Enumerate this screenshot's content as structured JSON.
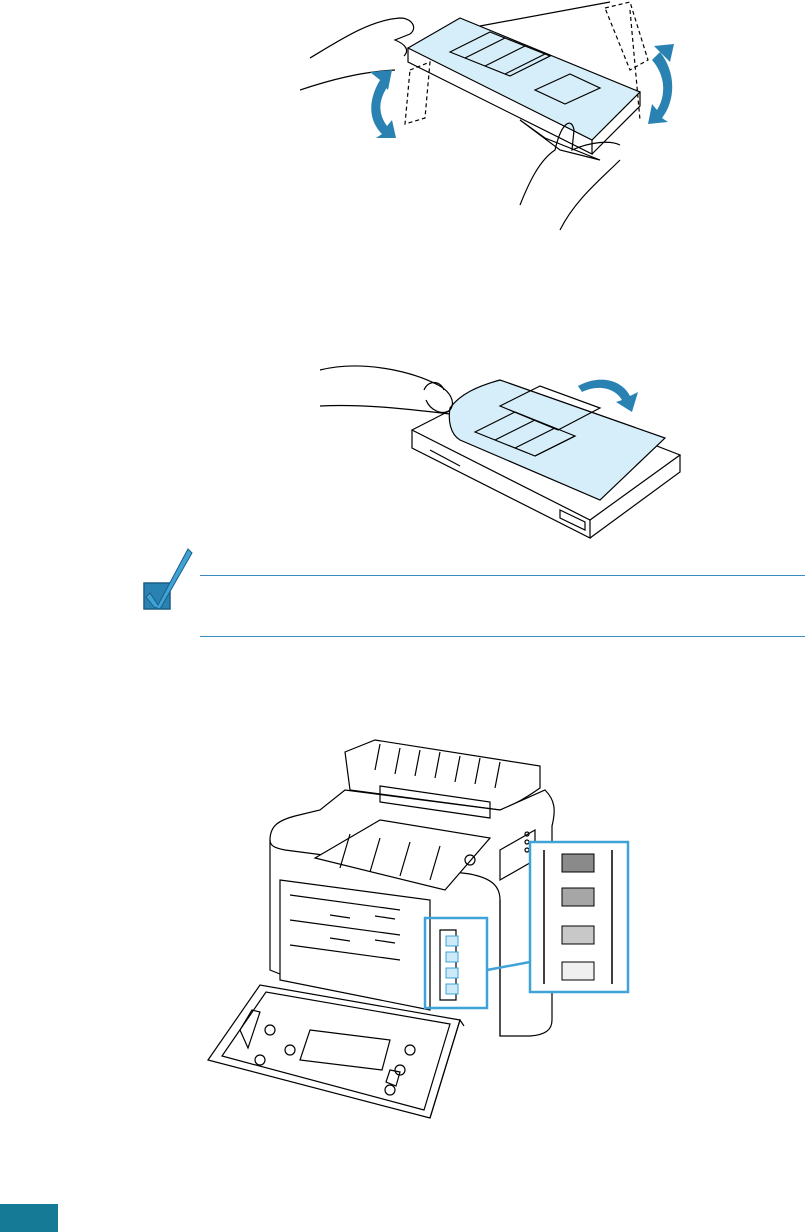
{
  "page": {
    "background": "#ffffff",
    "accent": "#3a8cc0",
    "cartridge_fill": "#d6eef9",
    "tab_color": "#157a96"
  },
  "figures": [
    {
      "id": "fig-shake",
      "icon": "cartridge-shake-illustration",
      "arrows": "double-headed-curved-arrow-icon"
    },
    {
      "id": "fig-tape",
      "icon": "cartridge-protective-cover-removal-illustration",
      "arrows": "curved-arrow-icon"
    },
    {
      "id": "fig-printer",
      "icon": "printer-open-front-cover-illustration",
      "callout_swatches": [
        "#8a8a8a",
        "#a6a6a6",
        "#c8c8c8",
        "#f0f0f0"
      ]
    }
  ],
  "note": {
    "icon": "checkmark-note-icon",
    "text": ""
  }
}
